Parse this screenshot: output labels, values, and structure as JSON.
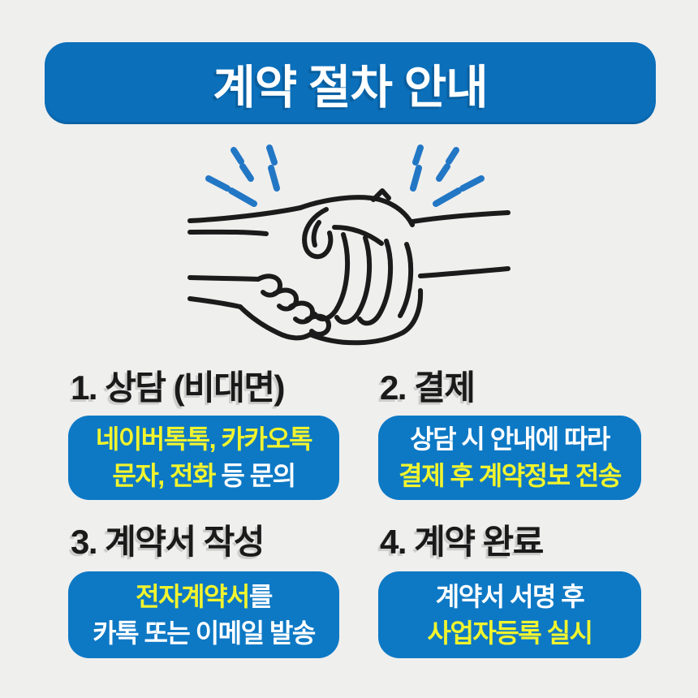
{
  "page": {
    "background_color": "#efefee"
  },
  "header": {
    "title": "계약 절차 안내",
    "bg_color": "#0b6fba",
    "text_color": "#ffffff"
  },
  "illustration": {
    "name": "handshake-line-art",
    "stroke_color": "#1b1b1b",
    "sparkle_color": "#2277c5"
  },
  "colors": {
    "box_blue": "#0d79c5",
    "highlight_yellow": "#f1f42e",
    "plain_white": "#ffffff",
    "title_black": "#1a1a1a"
  },
  "steps": [
    {
      "title": "1. 상담 (비대면)",
      "lines": [
        [
          {
            "text": "네이버톡톡, 카카오톡",
            "highlight": true
          }
        ],
        [
          {
            "text": "문자, 전화",
            "highlight": true
          },
          {
            "text": " 등 문의",
            "highlight": false
          }
        ]
      ]
    },
    {
      "title": "2. 결제",
      "lines": [
        [
          {
            "text": "상담 시 안내에 따라",
            "highlight": false
          }
        ],
        [
          {
            "text": "결제 후 계약정보 전송",
            "highlight": true
          }
        ]
      ]
    },
    {
      "title": "3. 계약서 작성",
      "lines": [
        [
          {
            "text": "전자계약서",
            "highlight": true
          },
          {
            "text": "를",
            "highlight": false
          }
        ],
        [
          {
            "text": "카톡 또는 이메일 발송",
            "highlight": false
          }
        ]
      ]
    },
    {
      "title": "4. 계약 완료",
      "lines": [
        [
          {
            "text": "계약서 서명 후",
            "highlight": false
          }
        ],
        [
          {
            "text": "사업자등록 실시",
            "highlight": true
          }
        ]
      ]
    }
  ]
}
